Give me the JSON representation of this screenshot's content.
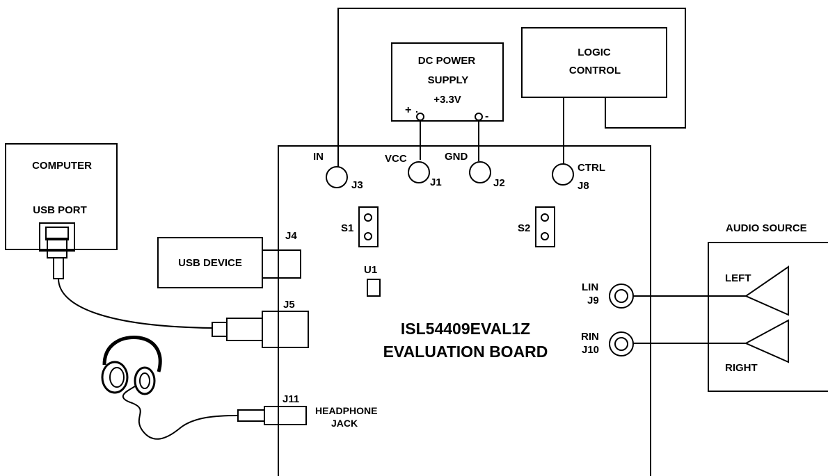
{
  "dc_power": {
    "line1": "DC POWER",
    "line2": "SUPPLY",
    "voltage": "+3.3V",
    "plus": "+",
    "minus": "-"
  },
  "logic": {
    "line1": "LOGIC",
    "line2": "CONTROL"
  },
  "computer": {
    "title": "COMPUTER",
    "port": "USB PORT"
  },
  "usb_device": {
    "label": "USB DEVICE"
  },
  "audio": {
    "title": "AUDIO  SOURCE",
    "left": "LEFT",
    "right": "RIGHT"
  },
  "board": {
    "line1": "ISL54409EVAL1Z",
    "line2": "EVALUATION BOARD"
  },
  "connectors": {
    "in_label": "IN",
    "j3": "J3",
    "vcc_label": "VCC",
    "j1": "J1",
    "gnd_label": "GND",
    "j2": "J2",
    "ctrl_label": "CTRL",
    "j8": "J8",
    "j4": "J4",
    "j5": "J5",
    "j11": "J11",
    "lin_label": "LIN",
    "j9": "J9",
    "rin_label": "RIN",
    "j10": "J10"
  },
  "switches": {
    "s1": "S1",
    "s2": "S2",
    "u1": "U1"
  },
  "headphone": {
    "line1": "HEADPHONE",
    "line2": "JACK"
  },
  "colors": {
    "line": "#000000",
    "background": "#ffffff"
  }
}
